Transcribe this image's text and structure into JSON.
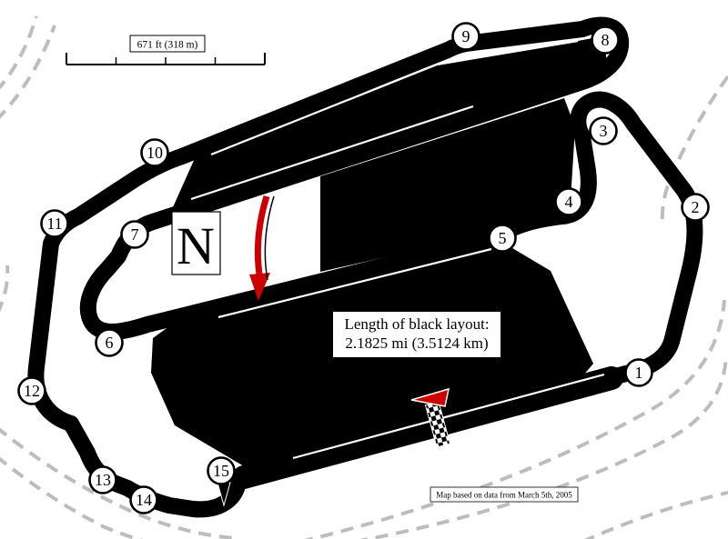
{
  "map": {
    "scale_bar": {
      "label": "671 ft (318 m)"
    },
    "north_indicator": {
      "letter": "N"
    },
    "length_note": {
      "line1": "Length of black layout:",
      "line2": "2.1825 mi (3.5124 km)"
    },
    "attribution": {
      "text": "Map based on data from March 5th, 2005"
    },
    "turn_labels": [
      "1",
      "2",
      "3",
      "4",
      "5",
      "6",
      "7",
      "8",
      "9",
      "10",
      "11",
      "12",
      "13",
      "14",
      "15"
    ],
    "colors": {
      "track": "#000000",
      "direction_arrow": "#cc0000",
      "north_arrow": "#cc0000",
      "alternate_layout_dashed": "#bdbdbd",
      "background": "#ffffff"
    }
  }
}
